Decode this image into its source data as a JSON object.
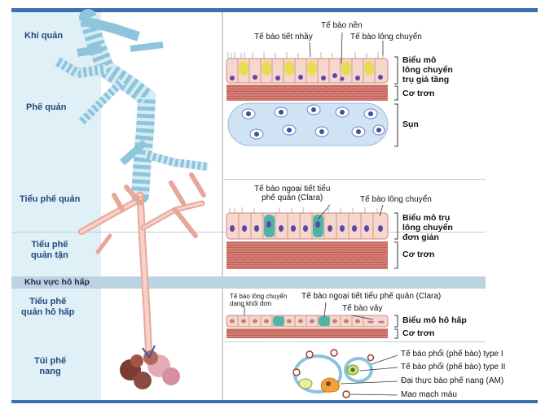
{
  "zones": {
    "khi_quan": "Khí quản",
    "phe_quan": "Phế quản",
    "tieu_phe_quan": "Tiểu phế quản",
    "tieu_phe_quan_tan_1": "Tiểu phế",
    "tieu_phe_quan_tan_2": "quản tận",
    "khu_vuc_ho_hap": "Khu vực  hô hấp",
    "tieu_phe_quan_ho_hap_1": "Tiểu phế",
    "tieu_phe_quan_ho_hap_2": "quản hô hấp",
    "tui_phe_nang_1": "Túi phế",
    "tui_phe_nang_2": "nang"
  },
  "panel1": {
    "te_bao_nen": "Tế bào nền",
    "te_bao_tiet_nhay": "Tế bào tiết nhầy",
    "te_bao_long_chuyen": "Tế bào lông chuyển",
    "bieu_mo_1": "Biểu mô",
    "bieu_mo_2": "lông chuyển",
    "bieu_mo_3": "trụ giả tầng",
    "co_tron": "Cơ trơn",
    "sun": "Sụn"
  },
  "panel2": {
    "clara_1": "Tế bào ngoại tiết tiểu",
    "clara_2": "phế quản (Clara)",
    "te_bao_long_chuyen": "Tế bào lông chuyển",
    "bieu_mo_1": "Biểu mô trụ",
    "bieu_mo_2": "lông chuyển",
    "bieu_mo_3": "đơn giản",
    "co_tron": "Cơ trơn"
  },
  "panel3": {
    "long_chuyen_khoi_1": "Tế bào lông chuyển",
    "long_chuyen_khoi_2": "dạng khối đơn",
    "clara": "Tế bào ngoại tiết tiểu phế quản (Clara)",
    "te_bao_vay": "Tế bào vảy",
    "bieu_mo": "Biểu mô hô hấp",
    "co_tron": "Cơ trơn"
  },
  "panel4": {
    "type1": "Tế bào phổi (phế bào) type I",
    "type2": "Tế bào phổi (phế bào) type II",
    "am": "Đại thực bào phế nang (AM)",
    "mao_mach": "Mao mạch máu"
  },
  "colors": {
    "header_bar": "#3d6fb2",
    "left_column": "#dff0f7",
    "cartilage_ring": "#9fcbe0",
    "airway": "#f0c6be",
    "muscle": "#c96a5a",
    "epithelium": "#f7d6cd",
    "goblet": "#e7dc53",
    "nucleus": "#5b4aa5",
    "cartilage": "#cfe3f5",
    "clara": "#4fb3a8"
  }
}
